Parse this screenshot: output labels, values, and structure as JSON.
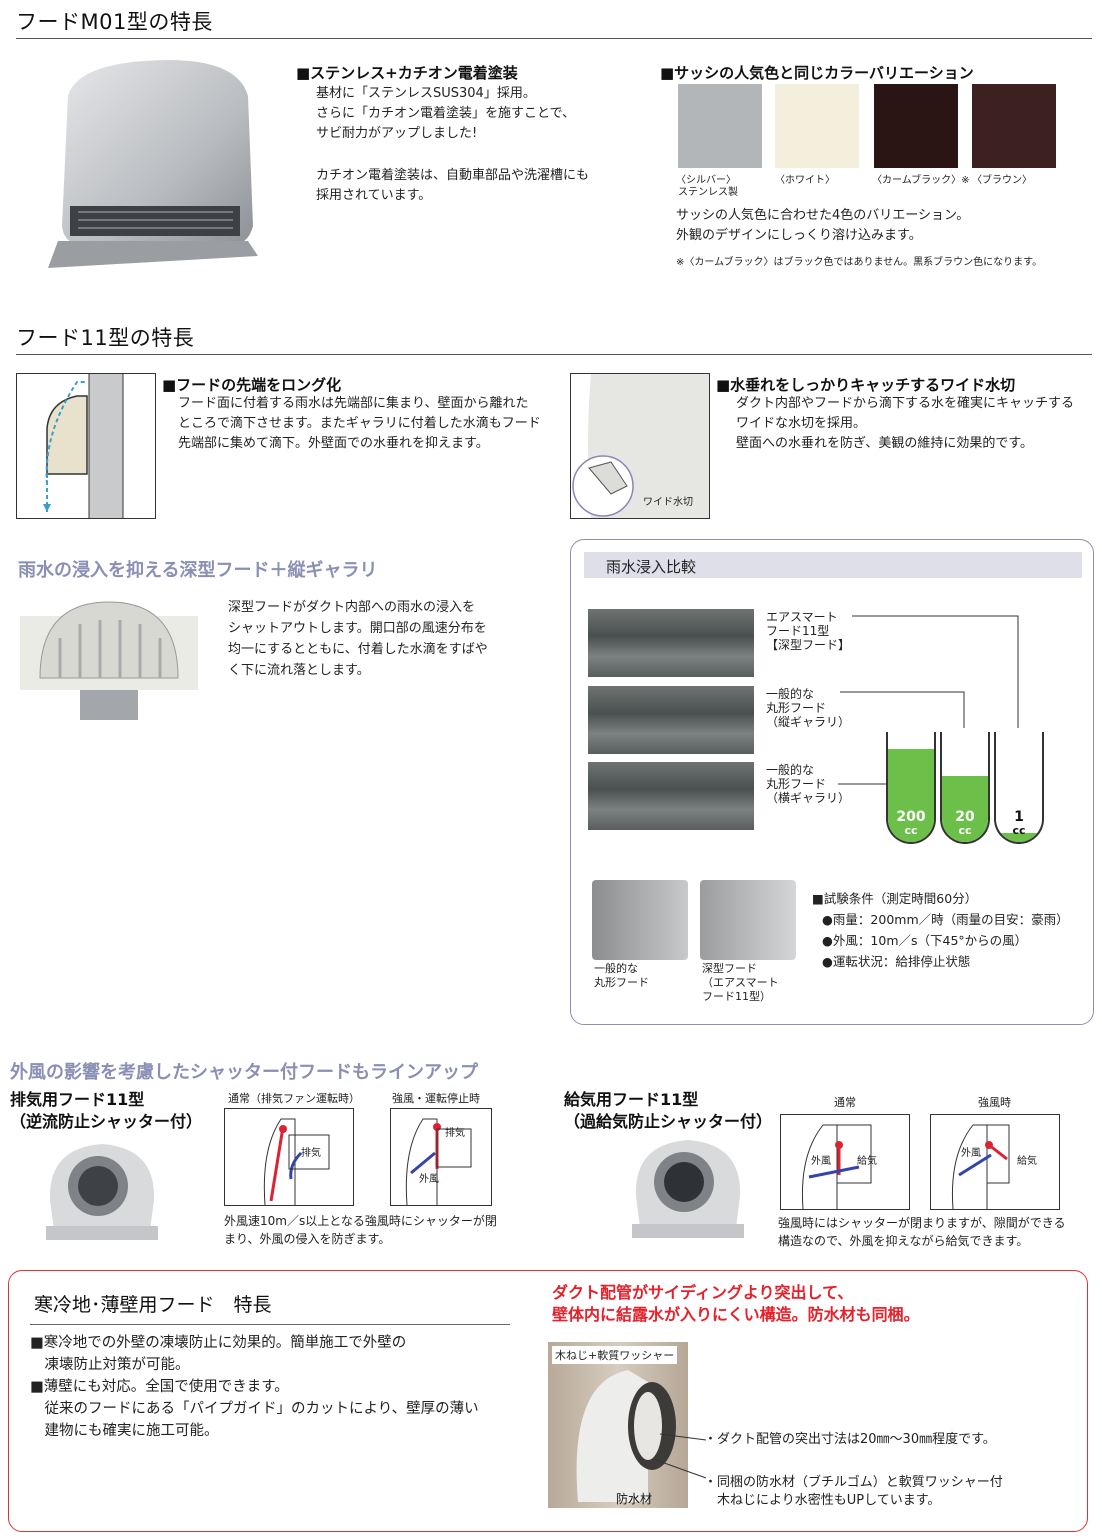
{
  "m01": {
    "title": "フードM01型の特長",
    "stainless_heading": "■ステンレス+カチオン電着塗装",
    "stainless_lines": [
      "基材に「ステンレスSUS304」採用。",
      "さらに「カチオン電着塗装」を施すことで、",
      "サビ耐力がアップしました!",
      "",
      "カチオン電着塗装は、自動車部品や洗濯槽にも",
      "採用されています。"
    ],
    "color_heading": "■サッシの人気色と同じカラーバリエーション",
    "swatches": [
      {
        "label": "〈シルバー〉",
        "label2": "ステンレス製",
        "color": "#b3b6b9"
      },
      {
        "label": "〈ホワイト〉",
        "label2": "",
        "color": "#f4efdc"
      },
      {
        "label": "〈カームブラック〉※",
        "label2": "",
        "color": "#2b1414"
      },
      {
        "label": "〈ブラウン〉",
        "label2": "",
        "color": "#3d2020"
      }
    ],
    "color_lines": [
      "サッシの人気色に合わせた4色のバリエーション。",
      "外観のデザインにしっくり溶け込みます。"
    ],
    "color_note": "※〈カームブラック〉はブラック色ではありません。黒系ブラウン色になります。"
  },
  "f11": {
    "title": "フード11型の特長",
    "long_heading": "■フードの先端をロング化",
    "long_lines": [
      "フード面に付着する雨水は先端部に集まり、壁面から離れた",
      "ところで滴下させます。またギャラリに付着した水滴もフード",
      "先端部に集めて滴下。外壁面での水垂れを抑えます。"
    ],
    "wide_heading": "■水垂れをしっかりキャッチするワイド水切",
    "wide_lines": [
      "ダクト内部やフードから滴下する水を確実にキャッチする",
      "ワイドな水切を採用。",
      "壁面への水垂れを防ぎ、美観の維持に効果的です。"
    ],
    "wide_caption": "ワイド水切"
  },
  "deep": {
    "title": "雨水の浸入を抑える深型フード＋縦ギャラリ",
    "lines": [
      "深型フードがダクト内部への雨水の浸入を",
      "シャットアウトします。開口部の風速分布を",
      "均一にするとともに、付着した水滴をすばや",
      "く下に流れ落とします。"
    ]
  },
  "compare": {
    "title": "雨水浸入比較",
    "label1": [
      "エアスマート",
      "フード11型",
      "【深型フード】"
    ],
    "label2": [
      "一般的な",
      "丸形フード",
      "（縦ギャラリ）"
    ],
    "label3": [
      "一般的な",
      "丸形フード",
      "（横ギャラリ）"
    ],
    "cylinders": [
      {
        "value": "200",
        "unit": "cc",
        "fill": 0.85
      },
      {
        "value": "20",
        "unit": "cc",
        "fill": 0.6
      },
      {
        "value": "1",
        "unit": "cc",
        "fill": 0.08
      }
    ],
    "photo1_caption": [
      "一般的な",
      "丸形フード"
    ],
    "photo2_caption": [
      "深型フード",
      "（エアスマート",
      "フード11型）"
    ],
    "conditions_heading": "■試験条件（測定時間60分）",
    "conditions": [
      "●雨量：200mm／時（雨量の目安：豪雨）",
      "●外風：10m／s（下45°からの風）",
      "●運転状況：給排停止状態"
    ]
  },
  "shutter": {
    "title": "外風の影響を考慮したシャッター付フードもラインアップ",
    "exhaust_title": [
      "排気用フード11型",
      "（逆流防止シャッター付）"
    ],
    "exhaust_diag1_label": "通常（排気ファン運転時）",
    "exhaust_diag2_label": "強風・運転停止時",
    "exhaust_arrow": "排気",
    "outer_wind": "外風",
    "exhaust_lines": [
      "外風速10m／s以上となる強風時にシャッターが閉",
      "まり、外風の侵入を防ぎます。"
    ],
    "supply_title": [
      "給気用フード11型",
      "（過給気防止シャッター付）"
    ],
    "supply_diag1_label": "通常",
    "supply_diag2_label": "強風時",
    "supply_arrow": "給気",
    "supply_lines": [
      "強風時にはシャッターが閉まりますが、隙間ができる",
      "構造なので、外風を抑えながら給気できます。"
    ]
  },
  "cold": {
    "title": "寒冷地･薄壁用フード　特長",
    "lines": [
      "■寒冷地での外壁の凍壊防止に効果的。簡単施工で外壁の",
      "　凍壊防止対策が可能。",
      "■薄壁にも対応。全国で使用できます。",
      "　従来のフードにある「パイプガイド」のカットにより、壁厚の薄い",
      "　建物にも確実に施工可能。"
    ],
    "red_heading": [
      "ダクト配管がサイディングより突出して、",
      "壁体内に結露水が入りにくい構造。防水材も同梱。"
    ],
    "photo_label1": "木ねじ+軟質ワッシャー",
    "photo_label2": "防水材",
    "note1": "・ダクト配管の突出寸法は20㎜～30㎜程度です。",
    "note2": [
      "・同梱の防水材（ブチルゴム）と軟質ワッシャー付",
      "　木ねじにより水密性もUPしています。"
    ]
  }
}
